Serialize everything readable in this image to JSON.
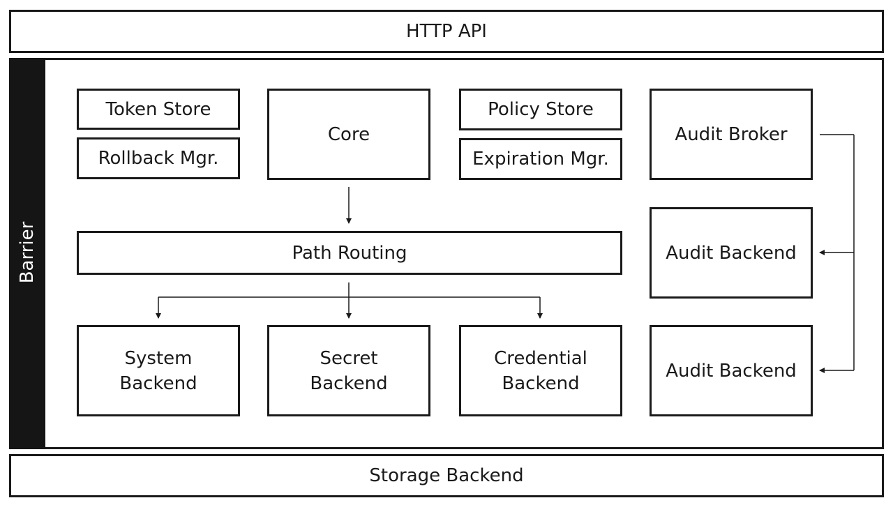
{
  "layers": {
    "top": "HTTP API",
    "barrier": "Barrier",
    "bottom": "Storage Backend"
  },
  "components": {
    "token_store": "Token Store",
    "rollback_mgr": "Rollback Mgr.",
    "core": "Core",
    "policy_store": "Policy Store",
    "expiration_mgr": "Expiration Mgr.",
    "audit_broker": "Audit Broker",
    "path_routing": "Path Routing",
    "audit_backend_1": "Audit Backend",
    "audit_backend_2": "Audit Backend",
    "system_backend": [
      "System",
      "Backend"
    ],
    "secret_backend": [
      "Secret",
      "Backend"
    ],
    "credential_backend": [
      "Credential",
      "Backend"
    ]
  },
  "connections": [
    {
      "from": "Core",
      "to": "Path Routing"
    },
    {
      "from": "Path Routing",
      "to": "System Backend"
    },
    {
      "from": "Path Routing",
      "to": "Secret Backend"
    },
    {
      "from": "Path Routing",
      "to": "Credential Backend"
    },
    {
      "from": "Audit Broker",
      "to": "Audit Backend"
    },
    {
      "from": "Audit Broker",
      "to": "Audit Backend"
    }
  ]
}
